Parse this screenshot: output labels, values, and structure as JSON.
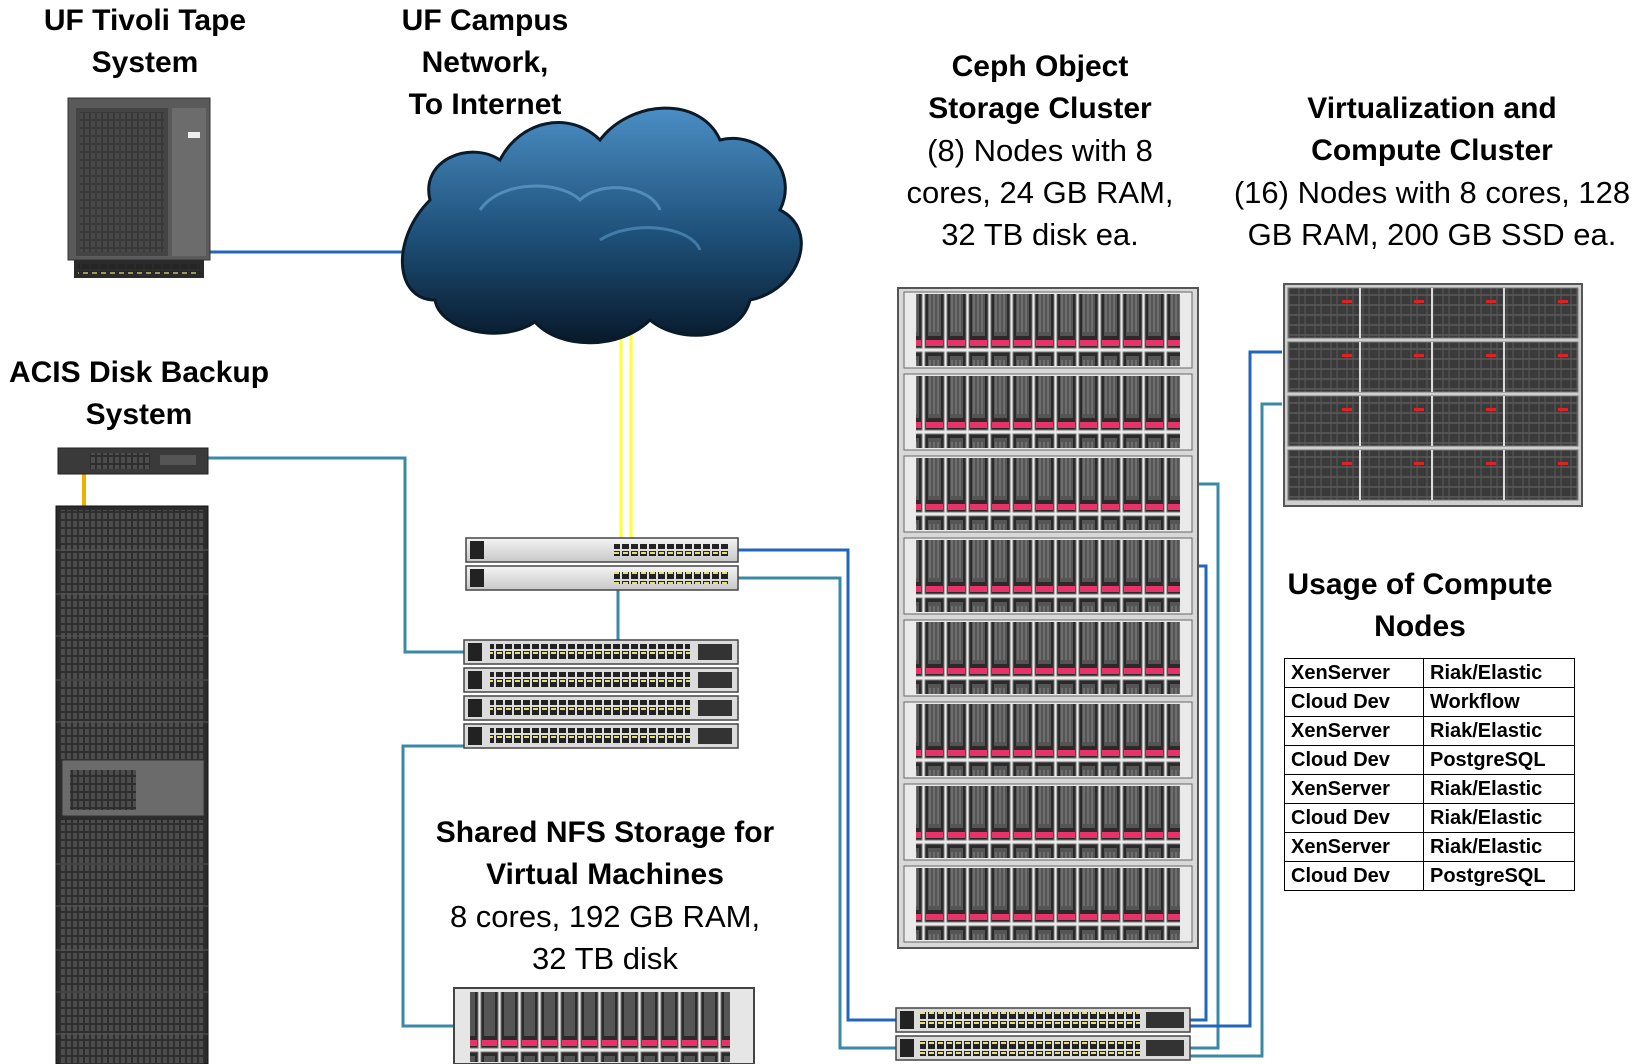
{
  "labels": {
    "tape_line1": "UF Tivoli Tape",
    "tape_line2": "System",
    "campus_line1": "UF Campus",
    "campus_line2": "Network,",
    "campus_line3": "To Internet",
    "ceph_line1": "Ceph Object",
    "ceph_line2": "Storage Cluster",
    "ceph_desc1": "(8) Nodes with 8",
    "ceph_desc2": "cores, 24 GB RAM,",
    "ceph_desc3": "32 TB disk ea.",
    "virt_line1": "Virtualization and",
    "virt_line2": "Compute Cluster",
    "virt_desc1": "(16) Nodes with 8 cores, 128",
    "virt_desc2": "GB RAM, 200 GB SSD ea.",
    "acis_line1": "ACIS Disk Backup",
    "acis_line2": "System",
    "nfs_line1": "Shared NFS Storage for",
    "nfs_line2": "Virtual Machines",
    "nfs_desc1": "8 cores, 192 GB RAM,",
    "nfs_desc2": "32 TB disk",
    "usage_line1": "Usage of Compute",
    "usage_line2": "Nodes"
  },
  "usage_table": [
    [
      "XenServer",
      "Riak/Elastic"
    ],
    [
      "Cloud Dev",
      "Workflow"
    ],
    [
      "XenServer",
      "Riak/Elastic"
    ],
    [
      "Cloud Dev",
      "PostgreSQL"
    ],
    [
      "XenServer",
      "Riak/Elastic"
    ],
    [
      "Cloud Dev",
      "Riak/Elastic"
    ],
    [
      "XenServer",
      "Riak/Elastic"
    ],
    [
      "Cloud Dev",
      "PostgreSQL"
    ]
  ],
  "colors": {
    "fiber": "#ffff33",
    "blue_link": "#2266bb",
    "teal_link": "#3a8aa6",
    "orange_link": "#f0b000",
    "disk_accent": "#e8336a"
  }
}
